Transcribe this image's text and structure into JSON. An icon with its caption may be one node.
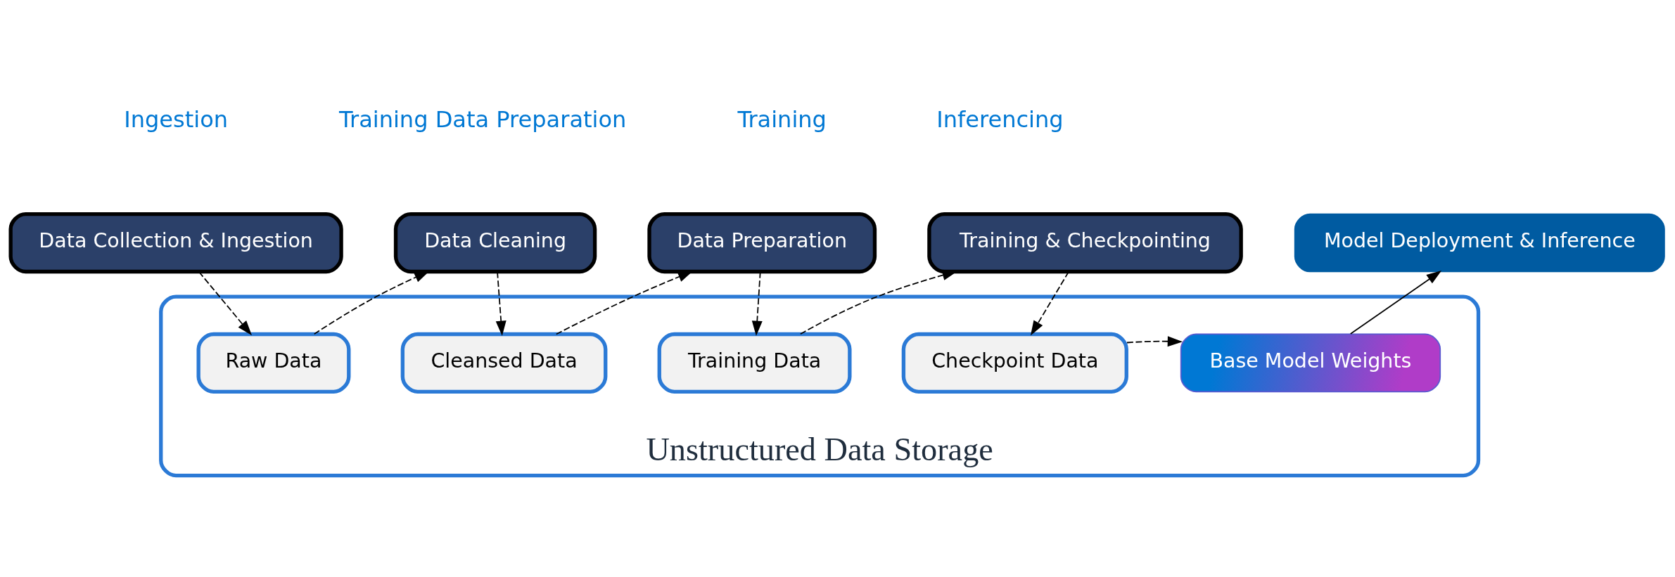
{
  "diagram": {
    "nodes": [
      {
        "text": [
          "Data Collection & Ingestion"
        ]
      },
      {
        "text": [
          "Data Cleaning"
        ]
      },
      {
        "text": [
          "Data Preparation"
        ]
      },
      {
        "text": [
          "Training & Checkpointing"
        ]
      },
      {
        "text": [
          "Model Deployment & Inference"
        ]
      },
      {
        "text": [
          "Unstructured Data Storage"
        ]
      },
      {
        "text": [
          "Raw Data"
        ],
        "in": 5
      },
      {
        "text": [
          "Cleansed Data"
        ],
        "in": 5
      },
      {
        "text": [
          "Training Data"
        ],
        "in": 5
      },
      {
        "text": [
          "Checkpoint Data"
        ],
        "in": 5
      },
      {
        "text": [
          "Base Model Weights"
        ],
        "in": 5
      }
    ],
    "edges": [
      {
        "from": 0,
        "to": 6,
        "arrow": "to",
        "style": "dashed"
      },
      {
        "from": 6,
        "to": 1,
        "arrow": "to",
        "style": "dashed"
      },
      {
        "from": 1,
        "to": 7,
        "arrow": "to",
        "style": "dashed"
      },
      {
        "from": 7,
        "to": 2,
        "arrow": "to",
        "style": "dashed"
      },
      {
        "from": 2,
        "to": 8,
        "arrow": "to",
        "style": "dashed"
      },
      {
        "from": 8,
        "to": 3,
        "arrow": "to",
        "style": "dashed"
      },
      {
        "from": 3,
        "to": 9,
        "arrow": "to",
        "style": "dashed"
      },
      {
        "from": 9,
        "to": 10,
        "arrow": "to",
        "style": "dashed"
      },
      {
        "from": 10,
        "to": 4,
        "arrow": "to"
      }
    ],
    "labels": [
      "Ingestion",
      "Training Data Preparation",
      "Training",
      "Inferencing"
    ]
  }
}
